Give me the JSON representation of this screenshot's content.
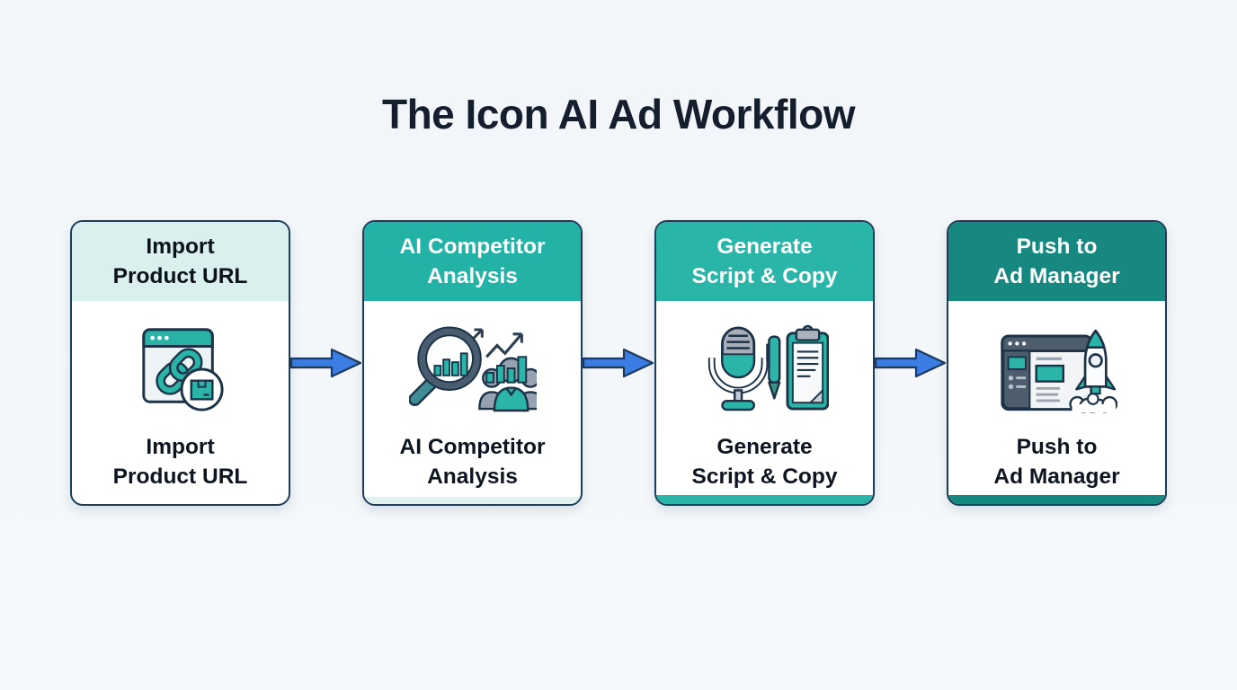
{
  "page": {
    "title": "The Icon AI Ad Workflow",
    "background_color": "#f4f7fa",
    "title_color": "#151e2c"
  },
  "workflow": {
    "steps": [
      {
        "id": "import-product-url",
        "header": "Import\nProduct URL",
        "label": "Import\nProduct URL",
        "icon": "browser-link-package-icon",
        "header_bg": "#d9f0ee",
        "header_text_color": "#0c1219",
        "footer_strip_color": ""
      },
      {
        "id": "ai-competitor-analysis",
        "header": "AI Competitor\nAnalysis",
        "label": "AI Competitor\nAnalysis",
        "icon": "magnifier-chart-people-icon",
        "header_bg": "#23b2a6",
        "header_text_color": "#ffffff",
        "footer_strip_color": "#dff2f1"
      },
      {
        "id": "generate-script-copy",
        "header": "Generate\nScript & Copy",
        "label": "Generate\nScript & Copy",
        "icon": "microphone-pen-clipboard-icon",
        "header_bg": "#29b5a8",
        "header_text_color": "#ffffff",
        "footer_strip_color": "#2ab5a8"
      },
      {
        "id": "push-to-ad-manager",
        "header": "Push to\nAd Manager",
        "label": "Push to\nAd Manager",
        "icon": "dashboard-rocket-icon",
        "header_bg": "#17887f",
        "header_text_color": "#ffffff",
        "footer_strip_color": "#17887f"
      }
    ],
    "connector": {
      "type": "arrow-right",
      "fill_color": "#3b7de2",
      "outline_color": "#1d3a5e"
    },
    "accent_colors": {
      "teal": "#2ab5a8",
      "dark_outline": "#1d3348",
      "slate_gray": "#4d5d6e",
      "light_gray": "#97a2b0"
    }
  }
}
